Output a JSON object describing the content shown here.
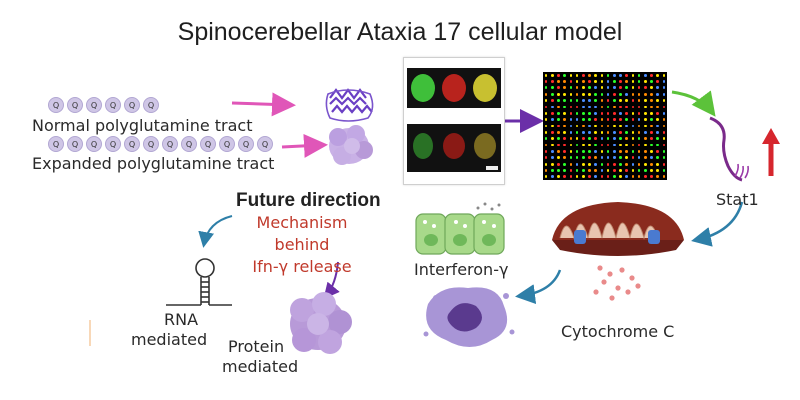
{
  "title": "Spinocerebellar Ataxia 17 cellular model",
  "q_letter": "Q",
  "normal_count": 6,
  "expanded_count": 12,
  "labels": {
    "normal": "Normal polyglutamine tract",
    "expanded": "Expanded polyglutamine tract",
    "stat1": "Stat1",
    "interferon": "Interferon-γ",
    "cytochrome": "Cytochrome C",
    "rna_line1": "RNA",
    "rna_line2": "mediated",
    "protein_line1": "Protein",
    "protein_line2": "mediated"
  },
  "future": {
    "heading": "Future direction",
    "line1": "Mechanism behind",
    "line2": "Ifn-γ release"
  },
  "colors": {
    "pink_arrow": "#e056b8",
    "purple_arrow": "#6b2fa8",
    "green_arrow": "#5cc23a",
    "blue_arrow": "#2e7fa8",
    "red_arrow": "#d6262d",
    "accent_red_text": "#c0392b",
    "cell_green": "#a8d98a",
    "blob_purple": "#b89ad8"
  },
  "microarray_colors": [
    "#ff2a2a",
    "#2aff2a",
    "#ffe600",
    "#4a8dff",
    "#ff8a00"
  ]
}
